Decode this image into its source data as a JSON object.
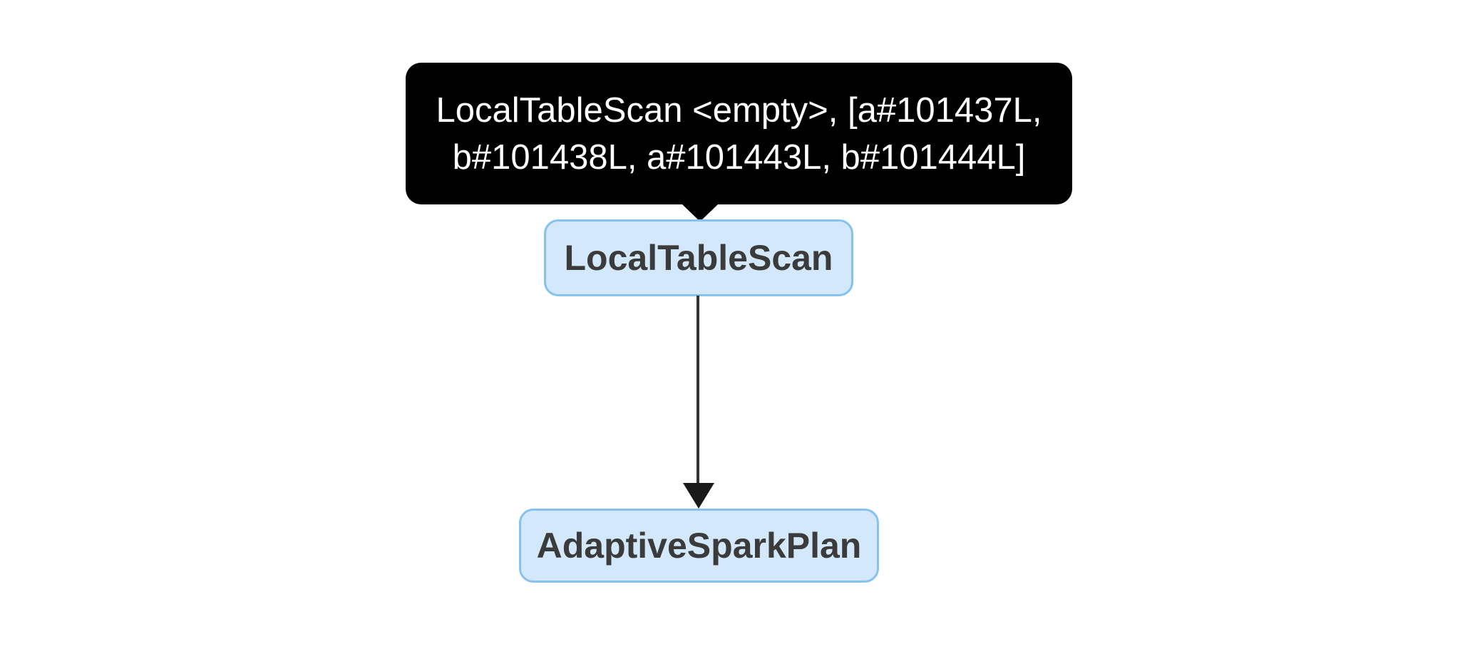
{
  "diagram": {
    "type": "spark-sql-query-plan-dag",
    "background_color": "#ffffff",
    "tooltip": {
      "line1": "LocalTableScan <empty>, [a#101437L,",
      "line2": "b#101438L, a#101443L, b#101444L]",
      "full_text": "LocalTableScan <empty>, [a#101437L, b#101438L, a#101443L, b#101444L]",
      "background_color": "#000000",
      "text_color": "#ffffff",
      "attached_to": "LocalTableScan"
    },
    "nodes": [
      {
        "label": "LocalTableScan",
        "fill_color": "#d3e9fb",
        "border_color": "#86c2ee",
        "text_color": "#3b3b3b"
      },
      {
        "label": "AdaptiveSparkPlan",
        "fill_color": "#d3e9fb",
        "border_color": "#86c2ee",
        "text_color": "#3b3b3b"
      }
    ],
    "edges": [
      {
        "from": "LocalTableScan",
        "to": "AdaptiveSparkPlan",
        "line_color": "#333333",
        "arrowhead_color": "#1a1a1a",
        "direction": "down"
      }
    ]
  }
}
